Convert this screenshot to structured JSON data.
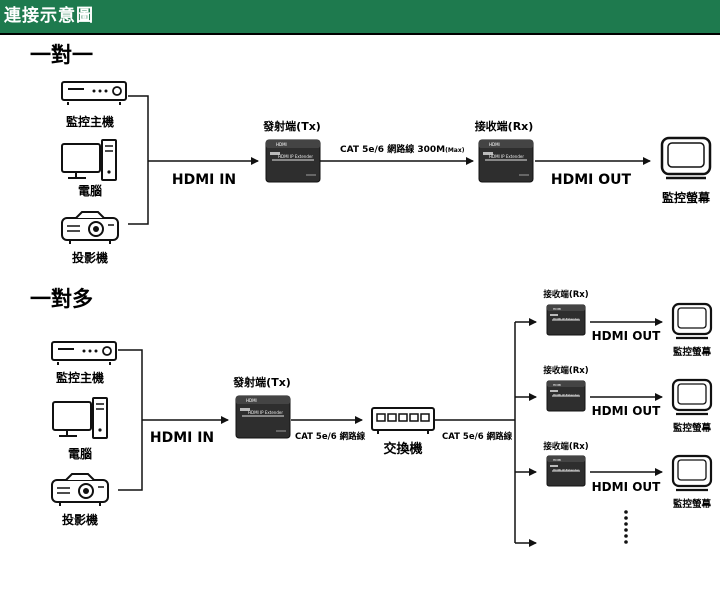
{
  "header": {
    "title": "連接示意圖"
  },
  "sections": {
    "one_to_one": {
      "title": "一對一",
      "sources": [
        "監控主機",
        "電腦",
        "投影機"
      ],
      "hdmi_in": "HDMI IN",
      "tx_label": "發射端(Tx)",
      "cable_label": "CAT 5e/6 網路線 300M",
      "cable_suffix": "(Max)",
      "rx_label": "接收端(Rx)",
      "hdmi_out": "HDMI OUT",
      "display_label": "監控螢幕"
    },
    "one_to_many": {
      "title": "一對多",
      "sources": [
        "監控主機",
        "電腦",
        "投影機"
      ],
      "hdmi_in": "HDMI IN",
      "tx_label": "發射端(Tx)",
      "cable_label_1": "CAT 5e/6 網路線",
      "switch_label": "交換機",
      "cable_label_2": "CAT 5e/6 網路線",
      "receivers": [
        {
          "rx_label": "接收端(Rx)",
          "hdmi_out": "HDMI OUT",
          "display_label": "監控螢幕"
        },
        {
          "rx_label": "接收端(Rx)",
          "hdmi_out": "HDMI OUT",
          "display_label": "監控螢幕"
        },
        {
          "rx_label": "接收端(Rx)",
          "hdmi_out": "HDMI OUT",
          "display_label": "監控螢幕"
        }
      ]
    }
  },
  "device_text": {
    "badge": "HDMI",
    "name": "HDMI IP Extender"
  }
}
